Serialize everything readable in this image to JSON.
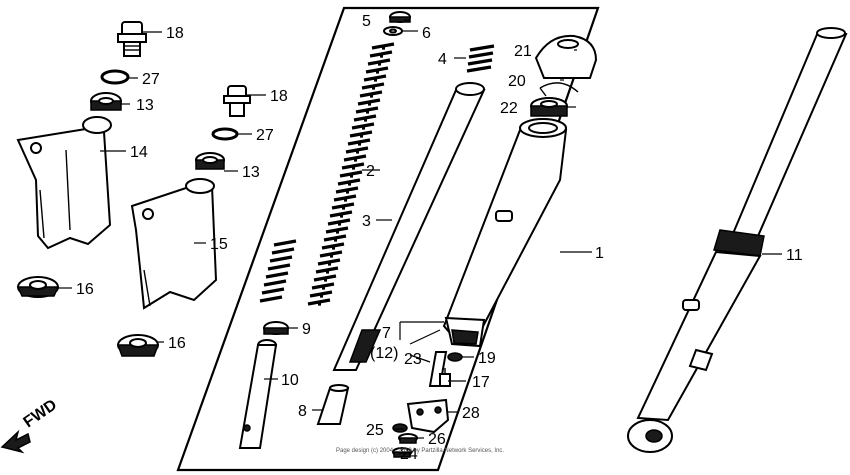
{
  "diagram": {
    "callouts": [
      {
        "id": "c1",
        "label": "1"
      },
      {
        "id": "c2",
        "label": "2"
      },
      {
        "id": "c3",
        "label": "3"
      },
      {
        "id": "c4",
        "label": "4"
      },
      {
        "id": "c5",
        "label": "5"
      },
      {
        "id": "c6",
        "label": "6"
      },
      {
        "id": "c7",
        "label": "7"
      },
      {
        "id": "c12",
        "label": "(12)"
      },
      {
        "id": "c8",
        "label": "8"
      },
      {
        "id": "c9",
        "label": "9"
      },
      {
        "id": "c10",
        "label": "10"
      },
      {
        "id": "c11",
        "label": "11"
      },
      {
        "id": "c13a",
        "label": "13"
      },
      {
        "id": "c13b",
        "label": "13"
      },
      {
        "id": "c14",
        "label": "14"
      },
      {
        "id": "c15",
        "label": "15"
      },
      {
        "id": "c16a",
        "label": "16"
      },
      {
        "id": "c16b",
        "label": "16"
      },
      {
        "id": "c17",
        "label": "17"
      },
      {
        "id": "c18a",
        "label": "18"
      },
      {
        "id": "c18b",
        "label": "18"
      },
      {
        "id": "c19",
        "label": "19"
      },
      {
        "id": "c20",
        "label": "20"
      },
      {
        "id": "c21",
        "label": "21"
      },
      {
        "id": "c22",
        "label": "22"
      },
      {
        "id": "c23",
        "label": "23"
      },
      {
        "id": "c24",
        "label": "24"
      },
      {
        "id": "c25",
        "label": "25"
      },
      {
        "id": "c26",
        "label": "26"
      },
      {
        "id": "c27a",
        "label": "27"
      },
      {
        "id": "c27b",
        "label": "27"
      },
      {
        "id": "c28",
        "label": "28"
      }
    ],
    "direction_label": "FWD",
    "copyright": "Page design (c) 2004 - 2019 by Partzilla Network Services, Inc."
  }
}
